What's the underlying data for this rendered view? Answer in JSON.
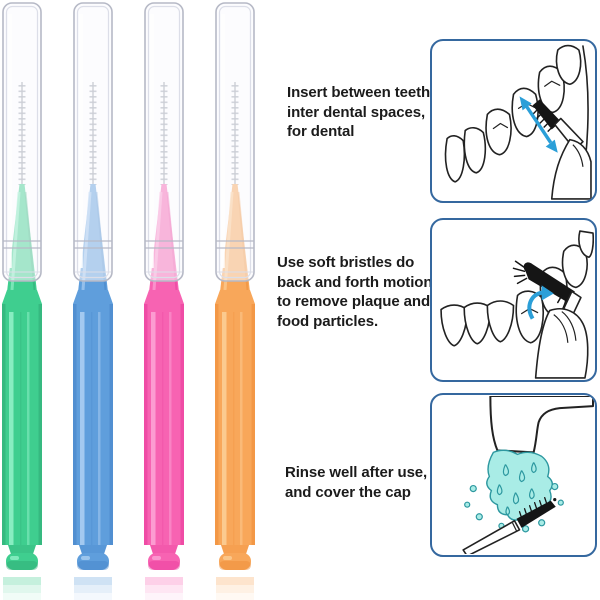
{
  "product": {
    "name": "Interdental brushes with clear protective caps",
    "brushes": [
      {
        "name": "green",
        "color": "#3fce8f",
        "light": "#8ceec4",
        "dark": "#2fa874"
      },
      {
        "name": "blue",
        "color": "#5f9edc",
        "light": "#a6cbf0",
        "dark": "#4583c8"
      },
      {
        "name": "pink",
        "color": "#f763b2",
        "light": "#fc9fd3",
        "dark": "#e93a9b"
      },
      {
        "name": "orange",
        "color": "#f8a75a",
        "light": "#fbcb92",
        "dark": "#ee8c36"
      }
    ],
    "cap": {
      "outline": "#b6b9c6",
      "inner_outline": "#dcdee8",
      "wire": "#949aa6"
    }
  },
  "steps": [
    {
      "id": 1,
      "lines": [
        "Insert between teeth",
        "inter dental spaces,",
        "for dental"
      ],
      "illustration": "insert-brush-between-teeth"
    },
    {
      "id": 2,
      "lines": [
        "Use soft bristles do",
        "back and forth motion",
        "to remove plaque and",
        "food particles."
      ],
      "illustration": "back-and-forth-brushing"
    },
    {
      "id": 3,
      "lines": [
        "Rinse well after use,",
        "and cover the cap"
      ],
      "illustration": "rinse-brush-under-faucet"
    }
  ],
  "colors": {
    "panel_border": "#35689f",
    "arrow": "#2b9fd8",
    "ink": "#222222",
    "water_fill": "#a9ece6",
    "water_stroke": "#2d98a0",
    "text": "#1b1b1b",
    "background": "#ffffff"
  }
}
